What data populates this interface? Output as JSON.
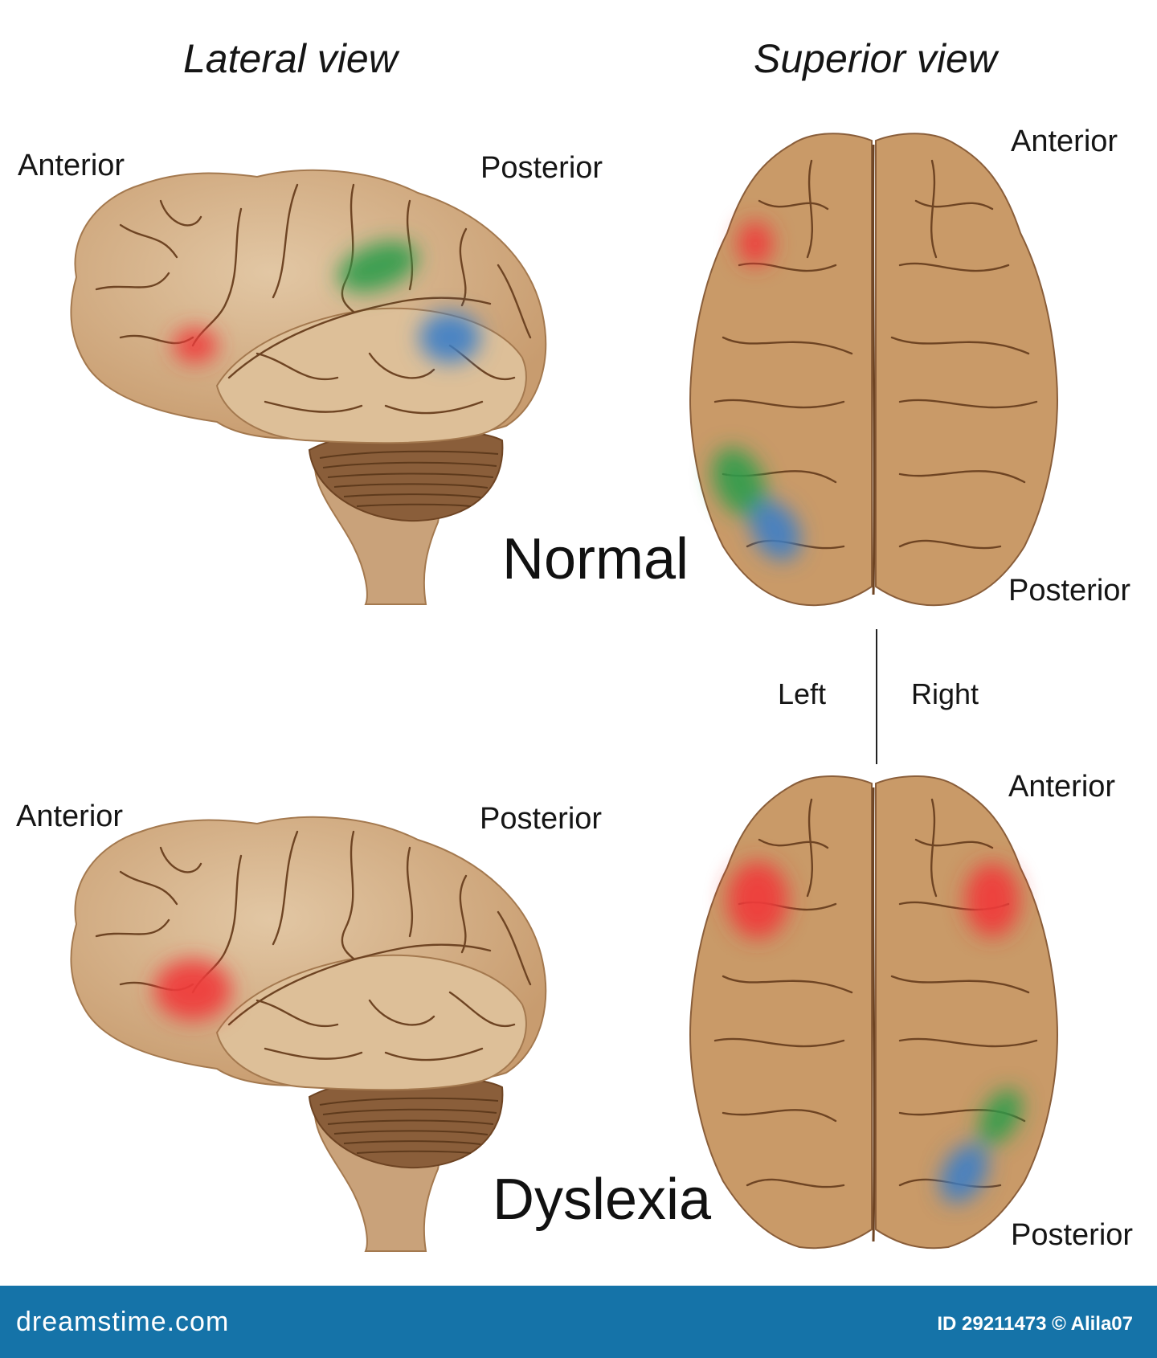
{
  "headings": {
    "lateral": "Lateral view",
    "superior": "Superior view"
  },
  "labels": {
    "top_lateral_anterior": "Anterior",
    "top_lateral_posterior": "Posterior",
    "top_superior_anterior": "Anterior",
    "top_superior_posterior": "Posterior",
    "bottom_lateral_anterior": "Anterior",
    "bottom_lateral_posterior": "Posterior",
    "bottom_superior_anterior": "Anterior",
    "bottom_superior_posterior": "Posterior",
    "left": "Left",
    "right": "Right"
  },
  "conditions": {
    "normal": "Normal",
    "dyslexia": "Dyslexia"
  },
  "footer": {
    "brand": "dreamstime.com",
    "credit": "ID 29211473 © Alila07"
  },
  "colors": {
    "brain": "#d2ae86",
    "brain_light": "#e2c7a4",
    "sulcus": "#6e4423",
    "cerebellum": "#8a5e3a",
    "stem": "#c9a27a",
    "superior_brain": "#c99a68",
    "red_region": "#f03a3a",
    "green_region": "#2e9c4a",
    "blue_region": "#3b7ec8",
    "footer_bg": "#1573a8"
  }
}
